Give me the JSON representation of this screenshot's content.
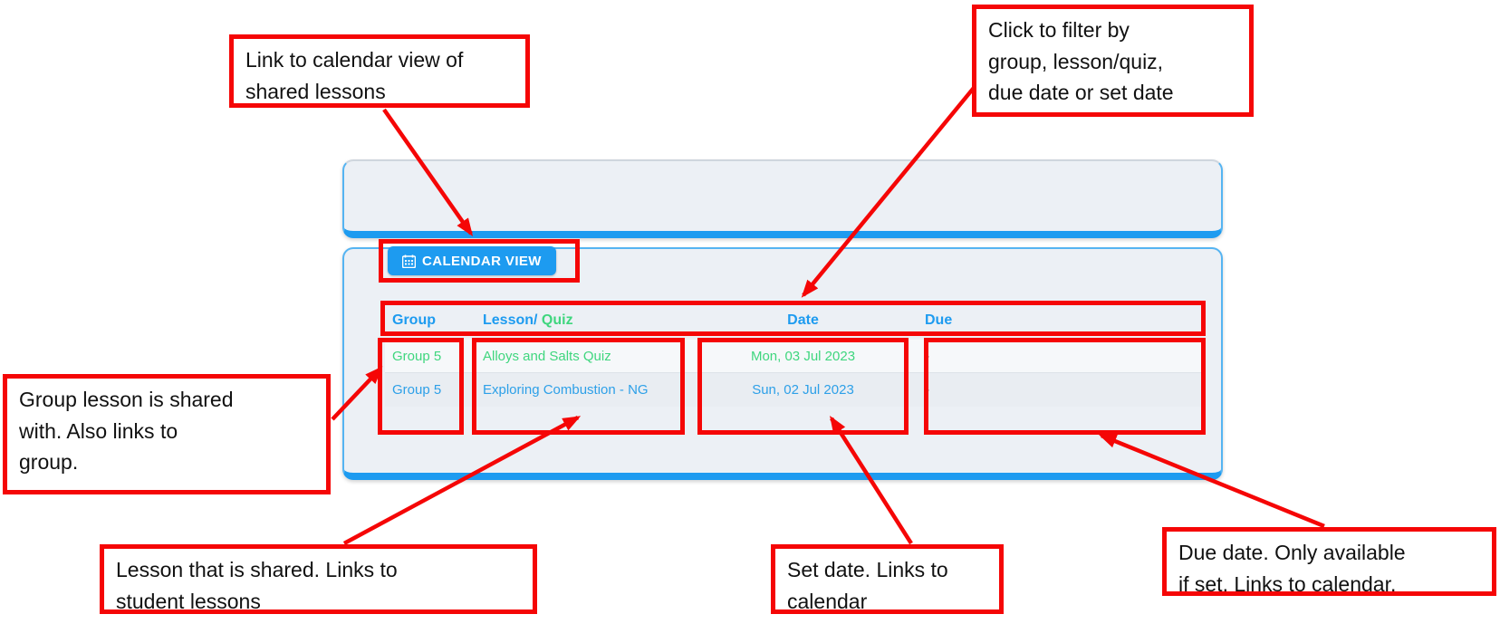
{
  "toolbar": {
    "calendar_view_label": "CALENDAR VIEW"
  },
  "table": {
    "header": {
      "group": "Group",
      "lesson_part_blue": "Lesson/",
      "lesson_part_green": "Quiz",
      "date": "Date",
      "due": "Due"
    },
    "rows": [
      {
        "group": "Group 5",
        "lesson": "Alloys and Salts Quiz",
        "date": "Mon, 03 Jul 2023",
        "due": "-",
        "link_color": "green"
      },
      {
        "group": "Group 5",
        "lesson": "Exploring Combustion - NG",
        "date": "Sun, 02 Jul 2023",
        "due": "-",
        "link_color": "blue"
      }
    ]
  },
  "annotations": {
    "calendar": {
      "text": "Link to calendar view of\nshared lessons"
    },
    "filter": {
      "text": "Click to filter by\ngroup, lesson/quiz,\ndue date or set date"
    },
    "group": {
      "text": "Group lesson is shared\nwith. Also links to\ngroup."
    },
    "lesson": {
      "text": "Lesson that is shared. Links to\nstudent lessons"
    },
    "set_date": {
      "text": "Set date. Links to\ncalendar"
    },
    "due_date": {
      "text": "Due date. Only available\nif set. Links to calendar."
    }
  },
  "colors": {
    "accent_blue": "#1d9bf0",
    "link_blue": "#2da0e8",
    "link_green": "#3fd67e",
    "annotation_red": "#f50606",
    "card_bg": "#ecf0f5",
    "row1_bg": "#f6f8fa",
    "row2_bg": "#e9edf2",
    "text_dark": "#333333"
  }
}
